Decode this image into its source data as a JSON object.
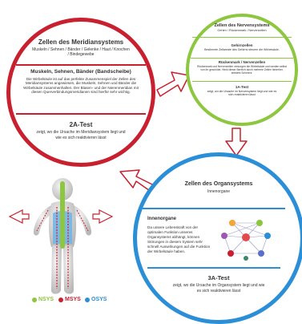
{
  "meridian": {
    "title": "Zellen des Meridiansystems",
    "subtitle": "Muskeln / Sehnen / Bänder / Gelenke / Haut / Knochen / Bindegewebe",
    "section_title": "Muskeln, Sehnen, Bänder (Bandscheibe)",
    "section_text": "Die Wirbelsäule ist auf das perfekte Zusammenspiel der Zellen des Meridiansystems angewiesen, die Muskeln, Sehnen und Bänder die Wirbelsäule zusammenhalten. Der Blasen- und der Nierenmeridian mit diesen Querverbindungsmeridianen sind hierfür sehr wichtig.",
    "test_title": "2A-Test",
    "test_text": "zeigt, wo die Ursache im Meridiansystem liegt und wie es sich reaktivieren lässt"
  },
  "nerv": {
    "title": "Zellen des Nervensystems",
    "subtitle": "Gehirn / Rückenmark / Nervenzellen",
    "section1_title": "Gehirnzellen",
    "section1_text": "Bestimmte Zellareale des Gehirns steuern die Wirbelsäule.",
    "section2_title": "Rückenmark / Nervenzellen",
    "section2_text": "Rückenmark und Nervenzellen versorgen die Wirbelsäule und werden selbst von ihr geschützt. Hinkt dieser Bereich durch mehrere Zellen hinterher, entsteht Schmerz.",
    "test_title": "1A-Test",
    "test_text": "zeigt, wo die Ursache im Nervensystem liegt und wie es sich reaktivieren lässt"
  },
  "organ": {
    "title": "Zellen des Organsystems",
    "subtitle": "Innenorgane",
    "section_title": "Innenorgane",
    "section_text": "Da unsere Lebenskraft von der optimalen Funktion unseres Organsystems abhängt, können Störungen in diesem System sehr schnell Auswirkungen auf die Funktion der Wirbelsäule haben.",
    "test_title": "3A-Test",
    "test_text": "zeigt, wo die Ursache im Organsystem liegt und wie es sich reaktivieren lässt"
  },
  "legend": [
    {
      "label": "NSYS",
      "color": "#8dc63f"
    },
    {
      "label": "MSYS",
      "color": "#c8202f"
    },
    {
      "label": "OSYS",
      "color": "#2a8fd6"
    }
  ],
  "colors": {
    "red": "#c8202f",
    "green": "#8dc63f",
    "blue": "#2a8fd6"
  }
}
